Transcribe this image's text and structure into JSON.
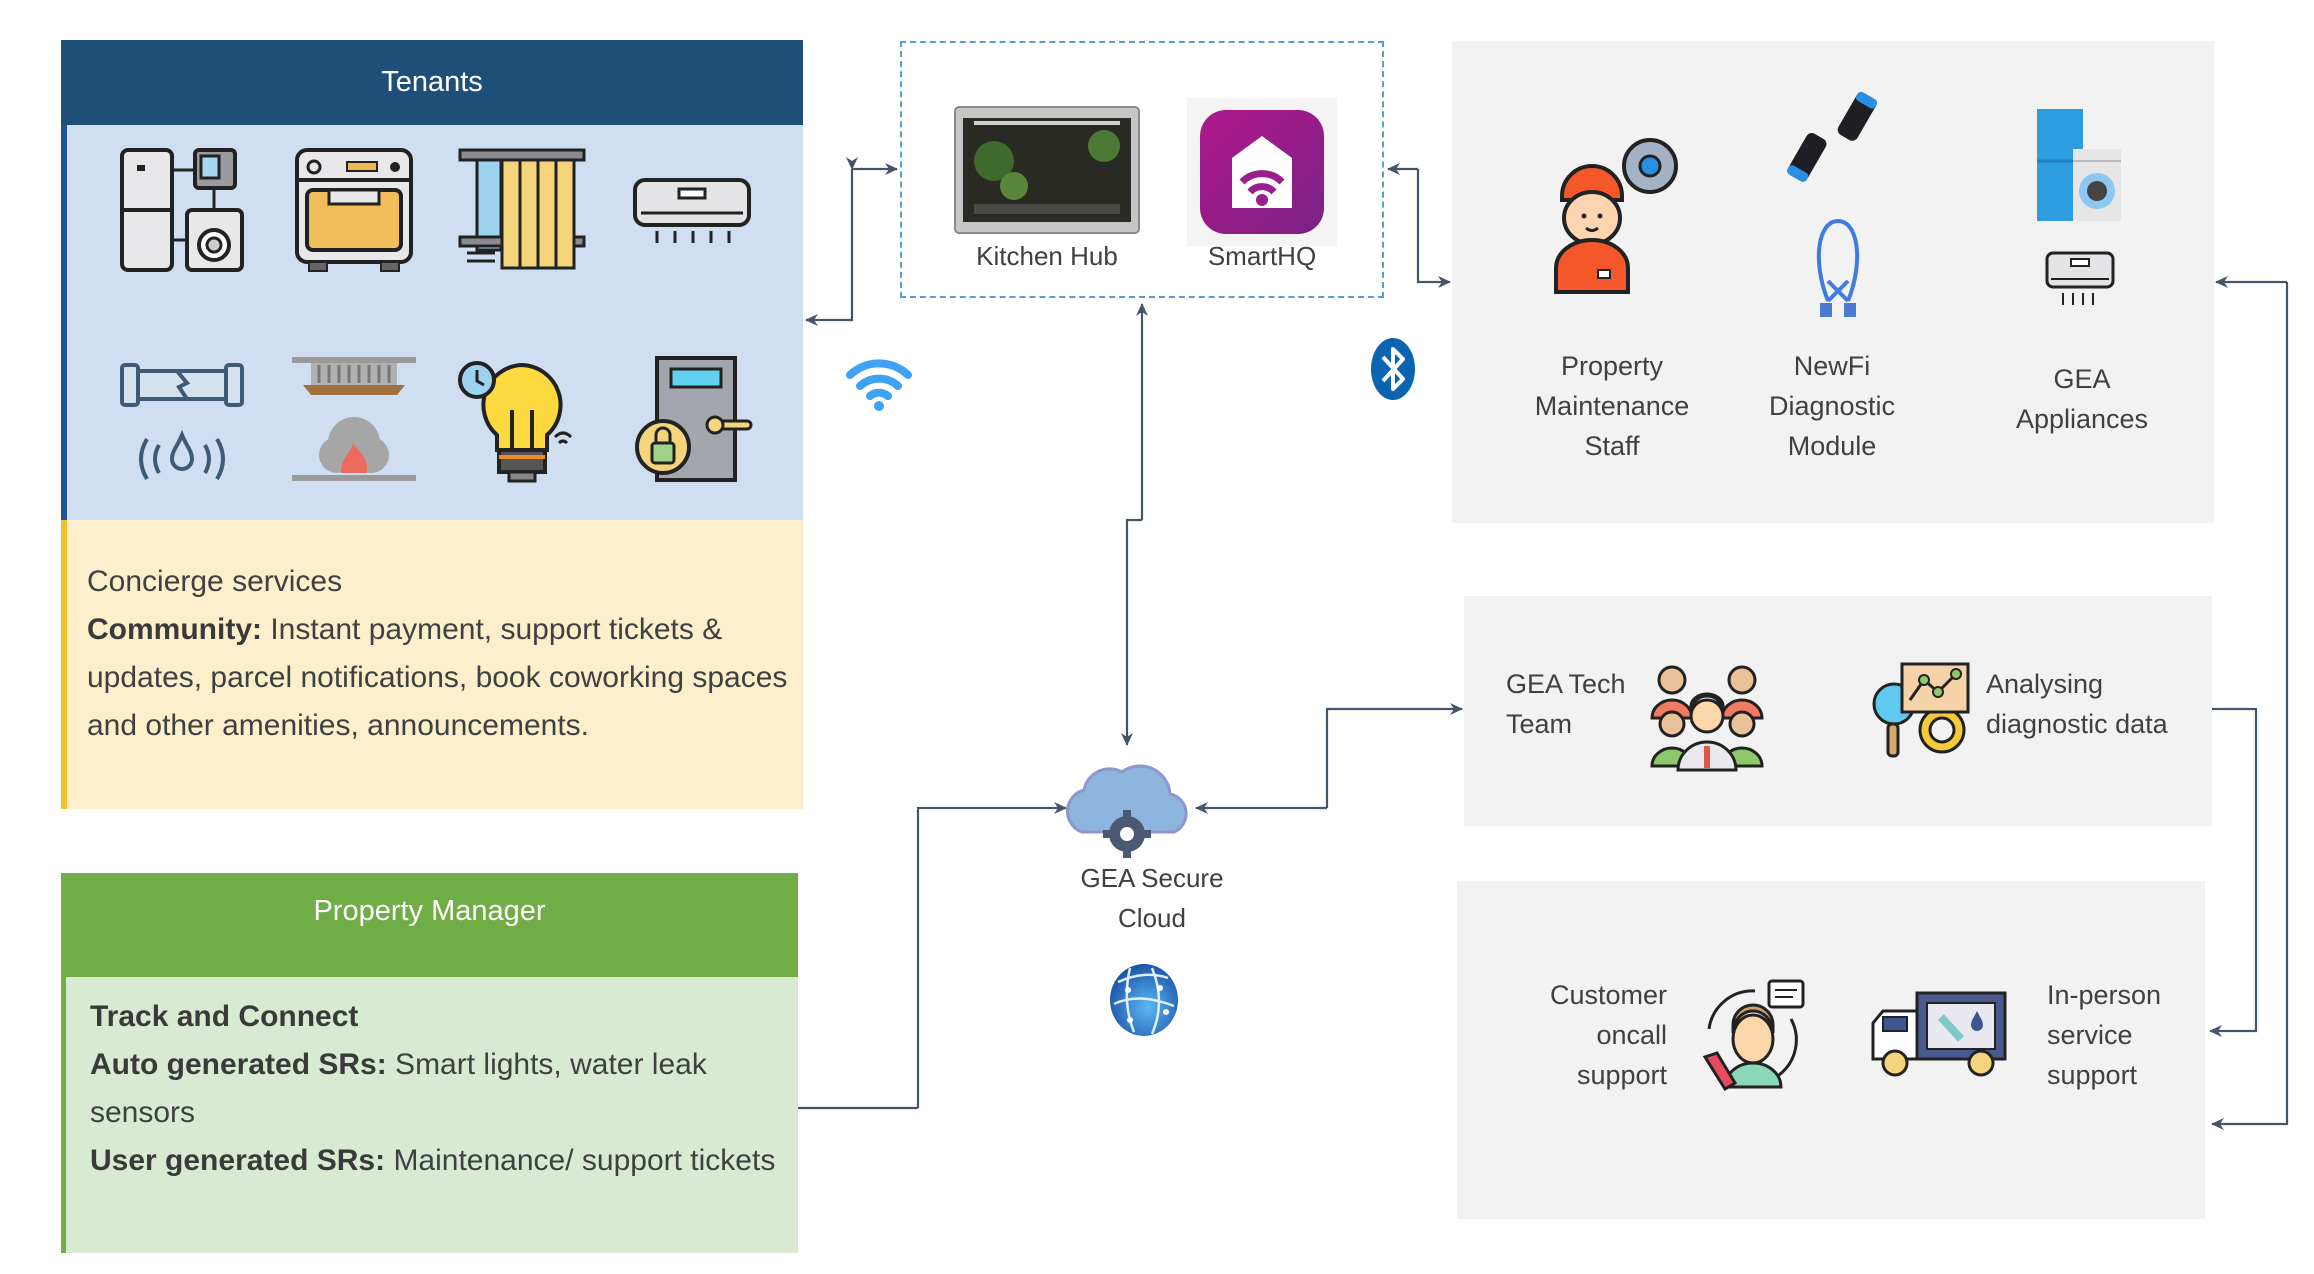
{
  "tenants": {
    "title": "Tenants",
    "icons": [
      "appliances-icon",
      "oven-icon",
      "smart-curtain-icon",
      "air-conditioner-icon",
      "water-leak-icon",
      "smoke-detector-icon",
      "smart-light-icon",
      "smart-lock-icon"
    ],
    "concierge": "Concierge services",
    "community_label": "Community:",
    "community_text": " Instant payment, support tickets & updates, parcel notifications, book coworking spaces and other amenities, announcements."
  },
  "property_manager": {
    "title": "Property Manager",
    "track": "Track and Connect",
    "auto_label": "Auto generated SRs:",
    "auto_text": " Smart lights, water leak sensors",
    "user_label": "User generated SRs:",
    "user_text": " Maintenance/ support tickets"
  },
  "hub": {
    "kitchen_hub": "Kitchen Hub",
    "smarthq": "SmartHQ"
  },
  "cloud": {
    "line1": "GEA Secure",
    "line2": "Cloud"
  },
  "panel_top": {
    "staff": [
      "Property",
      "Maintenance",
      "Staff"
    ],
    "module": [
      "NewFi",
      "Diagnostic",
      "Module"
    ],
    "appliances": [
      "GEA",
      "Appliances"
    ]
  },
  "panel_mid": {
    "tech_team": [
      "GEA Tech",
      "Team"
    ],
    "analysing": [
      "Analysing",
      "diagnostic data"
    ]
  },
  "panel_bot": {
    "customer": [
      "Customer",
      "oncall",
      "support"
    ],
    "inperson": [
      "In-person",
      "service",
      "support"
    ]
  },
  "colors": {
    "tenants_header": "#1f4e79",
    "tenants_icons_bg": "#cfdff1",
    "tenants_text_bg": "#fdefcc",
    "pm_header": "#70ad47",
    "pm_body": "#d9ead3",
    "panel_bg": "#f2f2f2",
    "connector": "#44546a",
    "dashed": "#5b9bd5",
    "smarthq": "#9c1e8c"
  }
}
